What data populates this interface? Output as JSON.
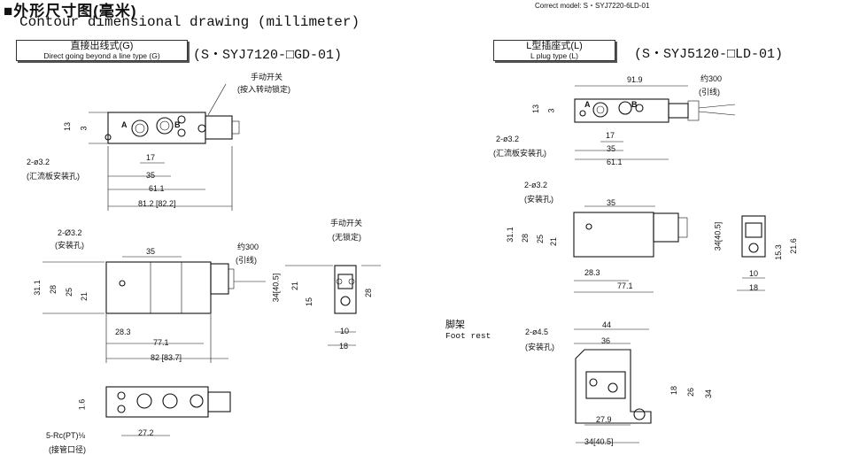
{
  "header": {
    "title": "■外形尺寸图(毫米)",
    "subtitle": "Contour dimensional drawing (millimeter)",
    "correct_model": "Correct model: S・SYJ7220-6LD-01"
  },
  "left": {
    "label_zh": "直接出线式(G)",
    "label_en": "Direct going beyond a line type (G)",
    "model": "(S・SYJ7120-□GD-01)",
    "manual_lock": "手动开关",
    "manual_lock_note": "(按入转动锁定)",
    "port_a": "A",
    "port_b": "B",
    "hole_spec": "2-ø3.2",
    "hole_note": "(汇流板安装孔)",
    "mount_spec": "2-Ø3.2",
    "mount_note": "(安装孔)",
    "lead_len": "约300",
    "lead_note": "(引线)",
    "manual_free": "手动开关",
    "manual_free_note": "(无锁定)",
    "port_spec": "5-Rc(PT)⅛",
    "port_note": "(接管口径)",
    "dims": {
      "d13": "13",
      "d3": "3",
      "d17a": "17",
      "d35a": "35",
      "d611a": "61.1",
      "d812": "81.2 [82.2]",
      "d35b": "35",
      "d311": "31.1",
      "d28a": "28",
      "d25": "25",
      "d21a": "21",
      "d283a": "28.3",
      "d771a": "77.1",
      "d82": "82 [83.7]",
      "d34a": "34[40.5]",
      "d21b": "21",
      "d15a": "15",
      "d28b": "28",
      "d10a": "10",
      "d18a": "18",
      "d16": "1.6",
      "d272": "27.2"
    }
  },
  "right": {
    "label_zh": "L型插座式(L)",
    "label_en": "L plug type (L)",
    "model": "(S・SYJ5120-□LD-01)",
    "lead_len": "约300",
    "lead_note": "(引线)",
    "hole_spec": "2-ø3.2",
    "hole_note": "(汇流板安装孔)",
    "mount_spec": "2-ø3.2",
    "mount_note": "(安装孔)",
    "port_a": "A",
    "port_b": "B",
    "foot_zh": "脚架",
    "foot_en": "Foot rest",
    "foot_hole_spec": "2-ø4.5",
    "foot_hole_note": "(安装孔)",
    "dims": {
      "d919": "91.9",
      "d13": "13",
      "d3": "3",
      "d17": "17",
      "d35a": "35",
      "d611": "61.1",
      "d35b": "35",
      "d311": "31.1",
      "d28a": "28",
      "d25": "25",
      "d21a": "21",
      "d283": "28.3",
      "d771": "77.1",
      "d34a": "34[40.5]",
      "d153": "15.3",
      "d216": "21.6",
      "d10": "10",
      "d18a": "18",
      "d44": "44",
      "d36": "36",
      "d18b": "18",
      "d26": "26",
      "d34b": "34",
      "d279": "27.9",
      "d34c": "34[40.5]"
    }
  }
}
